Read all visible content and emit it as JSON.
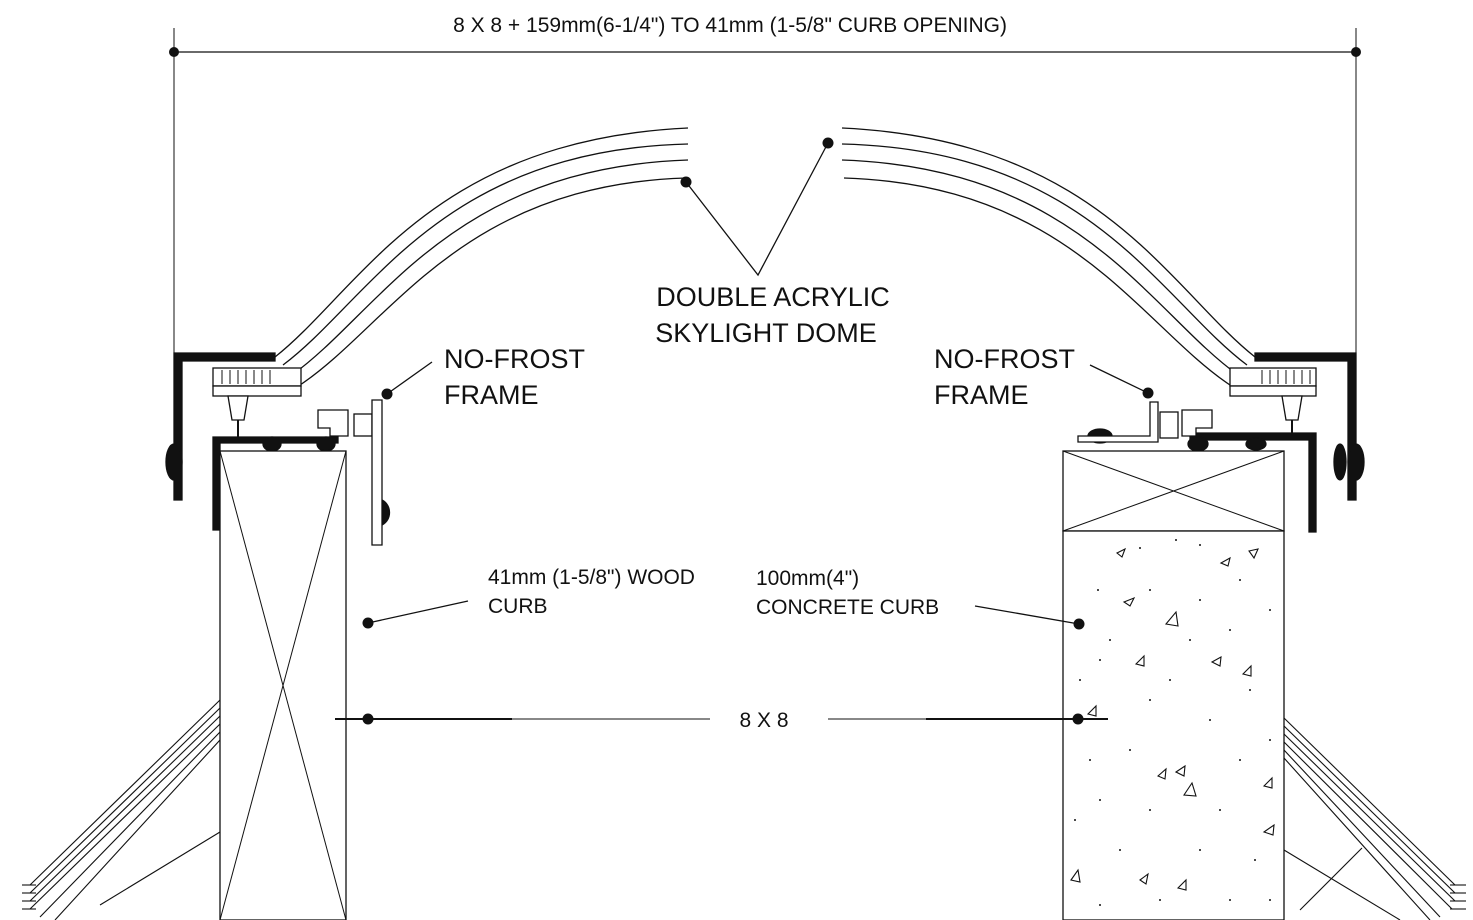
{
  "labels": {
    "overall_dimension": "8 X 8 + 159mm(6-1/4\") TO 41mm (1-5/8\" CURB OPENING)",
    "dome_line1": "DOUBLE ACRYLIC",
    "dome_line2": "SKYLIGHT DOME",
    "frame_left_line1": "NO-FROST",
    "frame_left_line2": "FRAME",
    "frame_right_line1": "NO-FROST",
    "frame_right_line2": "FRAME",
    "wood_curb_line1": "41mm (1-5/8\") WOOD",
    "wood_curb_line2": "CURB",
    "concrete_curb_line1": "100mm(4\")",
    "concrete_curb_line2": "CONCRETE CURB",
    "inner_dimension": "8 X 8"
  },
  "colors": {
    "ink": "#111111",
    "paper": "#ffffff"
  }
}
